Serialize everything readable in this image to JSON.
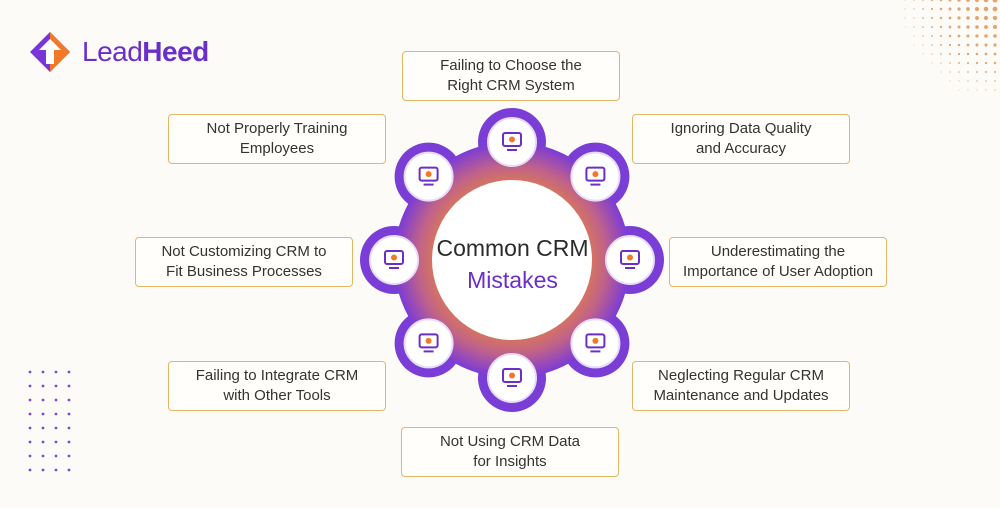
{
  "brand": {
    "name_part1": "Lead",
    "name_part2": "Heed",
    "accent": "#6a2fc9",
    "accent_light": "#8e55e6",
    "orange": "#f07a2a"
  },
  "center": {
    "line1": "Common CRM",
    "line2": "Mistakes"
  },
  "mistakes": [
    {
      "label": "Failing to Choose the\nRight CRM System",
      "icon": "network-monitor-icon"
    },
    {
      "label": "Ignoring Data Quality\nand Accuracy",
      "icon": "document-warning-icon"
    },
    {
      "label": "Underestimating the\nImportance of User Adoption",
      "icon": "user-cycle-icon"
    },
    {
      "label": "Neglecting Regular CRM\nMaintenance and Updates",
      "icon": "monitor-gear-icon"
    },
    {
      "label": "Not Using CRM Data\nfor Insights",
      "icon": "analytics-chart-icon"
    },
    {
      "label": "Failing to Integrate CRM\nwith Other Tools",
      "icon": "crm-integration-icon"
    },
    {
      "label": "Not Customizing CRM to\nFit Business Processes",
      "icon": "crm-settings-icon"
    },
    {
      "label": "Not Properly Training\nEmployees",
      "icon": "training-presentation-icon"
    }
  ]
}
